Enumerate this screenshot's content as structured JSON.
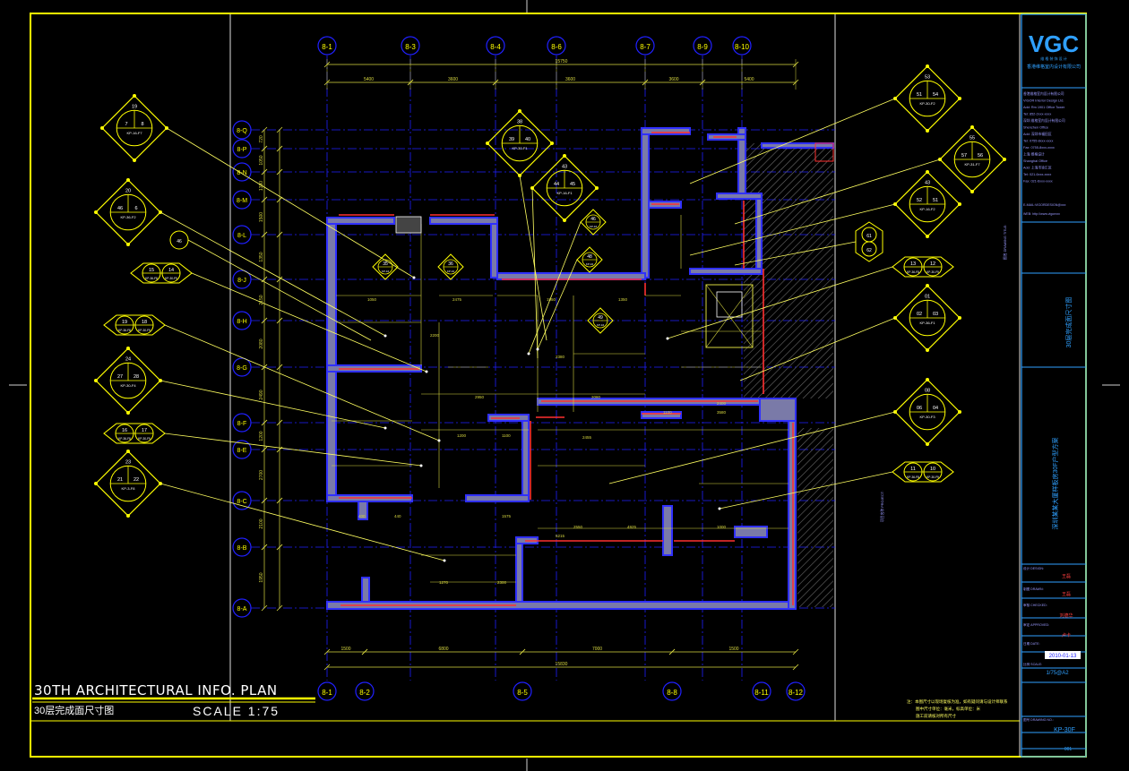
{
  "drawing": {
    "title_en": "30TH ARCHITECTURAL INFO. PLAN",
    "title_cn": "30层完成面尺寸图",
    "scale": "SCALE 1:75"
  },
  "grid": {
    "top": [
      "8-1",
      "8-3",
      "8-4",
      "8-6",
      "8-7",
      "8-9",
      "8-10"
    ],
    "bottom": [
      "8-1",
      "8-2",
      "8-5",
      "8-8",
      "8-11",
      "8-12"
    ],
    "left": [
      "8-Q",
      "8-P",
      "8-N",
      "8-M",
      "8-L",
      "8-H",
      "8-G",
      "8-F",
      "8-E",
      "8-C",
      "8-B",
      "8-A"
    ]
  },
  "dimensions": {
    "top_overall": "15750",
    "top_parts": [
      "5400",
      "3600",
      "3600",
      "3600",
      "5400"
    ],
    "bottom_overall": "15830",
    "bottom_parts": [
      "1500",
      "6800",
      "7000",
      "1500"
    ],
    "interior": [
      "1050",
      "2475",
      "1950",
      "1350",
      "2200",
      "2380",
      "2950",
      "2080",
      "1100",
      "3580",
      "1200",
      "1100",
      "2455",
      "2400",
      "2550",
      "4925",
      "1000",
      "1270",
      "2300",
      "5215",
      "400",
      "440",
      "1575"
    ]
  },
  "detail_refs": {
    "left": [
      [
        "19",
        "7",
        "8",
        "KP-16-F7"
      ],
      [
        "20",
        "46",
        "6",
        "KP-36-F2"
      ],
      [
        "15",
        "14"
      ],
      [
        "19",
        "18"
      ],
      [
        "24",
        "27",
        "28",
        "KP-30-F4"
      ],
      [
        "16",
        "17"
      ],
      [
        "23",
        "21",
        "22",
        "KP-3-F8"
      ]
    ],
    "right": [
      [
        "53",
        "51",
        "54",
        "KP-30-F2"
      ],
      [
        "55",
        "57",
        "56",
        "KP-31-F7"
      ],
      [
        "43",
        "52",
        "51",
        "KP-16-F2"
      ],
      [
        "61",
        "62"
      ],
      [
        "13",
        "12"
      ],
      [
        "01",
        "02",
        "03",
        "KP-36-F1"
      ],
      [
        "08",
        "06",
        "04",
        "KP-30-F3"
      ],
      [
        "11",
        "10"
      ]
    ],
    "center": [
      [
        "38",
        "39",
        "40",
        "KP-30-F1"
      ],
      [
        "43",
        "44",
        "45",
        "KP-16-F1"
      ],
      [
        "46"
      ],
      [
        "48"
      ],
      [
        "35"
      ],
      [
        "36"
      ],
      [
        "49"
      ]
    ]
  },
  "title_block": {
    "logo": "VGC",
    "logo_sub_1": "维 格 装 饰 设 计",
    "logo_sub_2": "香港维格室内设计有限公司",
    "info_lines": [
      "香港维格室内设计有限公司",
      "VIGOR Interior Design Ltd.",
      "Add: Rm 1901 Office Tower",
      "Tel: 852-2xxx-xxxx",
      "深圳 维格室内设计有限公司",
      "Shenzhen Office",
      "Add: 深圳市福田区",
      "Tel: 0755-8xxx-xxxx",
      "Fax: 0755-8xxx-xxxx",
      "上海 维格设计",
      "Shanghai Office",
      "Add: 上海市徐汇区",
      "Tel: 021-6xxx-xxxx",
      "Fax: 021-6xxx-xxxx"
    ],
    "web_1": "E-MAIL:VIGORDESIGN@xxx",
    "web_2": "WEB: http://www.vigorxxx",
    "drawing_name_label": "图名 DRAWING TITLE:",
    "drawing_name": "30层完成面尺寸图",
    "project_label": "项目名称 PROJECT:",
    "project_name": "深圳某某大厦样板房30F户型方案",
    "design_label": "设计 DESIGN:",
    "designer": "王磊",
    "drawn_label": "制图 DRAWN:",
    "drawn_by": "王磊",
    "checked_label": "审核 CHECKED:",
    "checked_by": "刘德华",
    "approved_label": "审定 APPROVED:",
    "approved_by": "卢卡",
    "date_label": "日期 DATE:",
    "date": "2010-01-13",
    "scale_label": "比例 SCALE:",
    "scale_value": "1/75@A2",
    "drawing_no_label": "图号 DRAWING NO.:",
    "drawing_no": "KP-30F",
    "sheet_no": "001"
  },
  "notes": [
    "注：本图尺寸以现场复核为准，如有疑问请与设计师联系",
    "图中尺寸单位：毫米，标高单位：米",
    "施工前请核对所有尺寸"
  ],
  "colors": {
    "frame": "#ffff00",
    "wall": "#3030ff",
    "wall_fill": "#7a7aa8",
    "grid_line": "#2020ff",
    "dimension": "#d8d840",
    "accent_red": "#ff3030",
    "leader": "#ffff60",
    "title_block": "#2fa0ff",
    "hatch": "#888888"
  }
}
